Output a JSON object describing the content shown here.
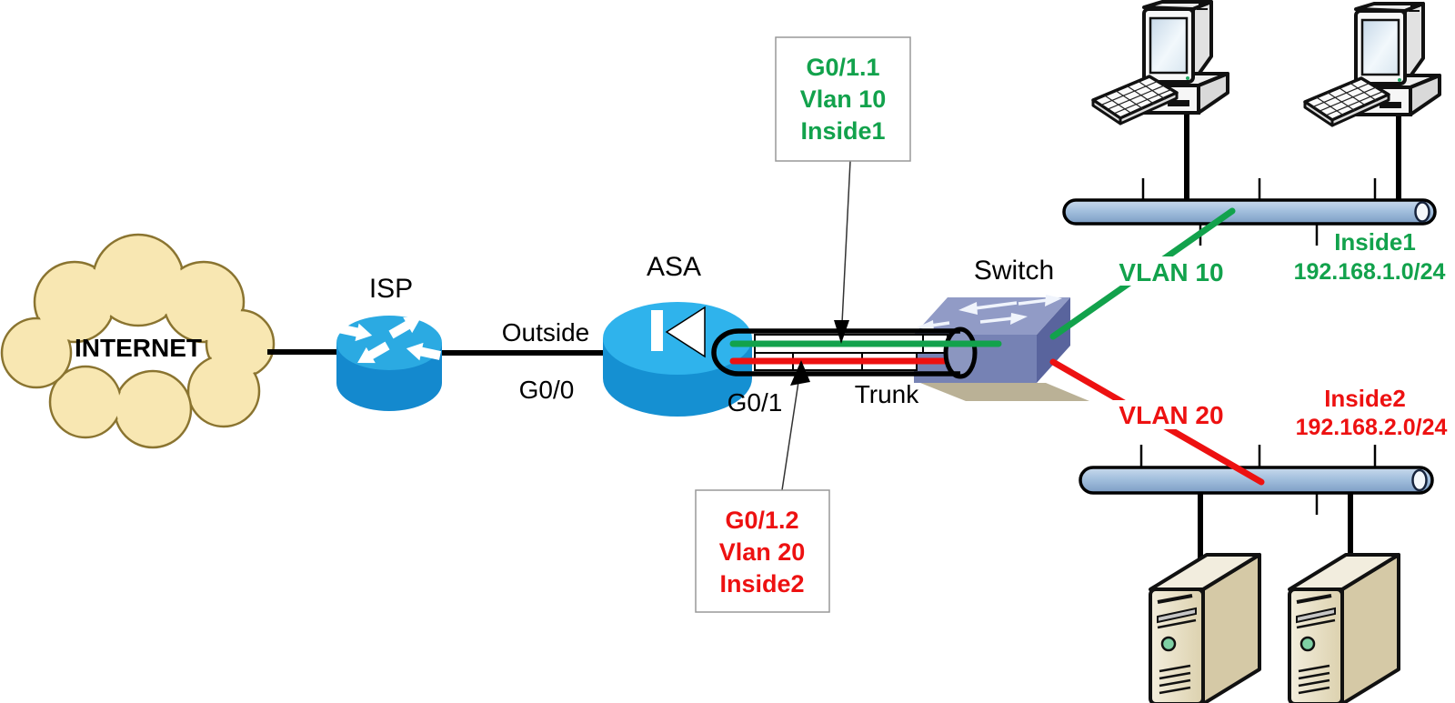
{
  "diagram": {
    "internet": {
      "label": "INTERNET"
    },
    "isp": {
      "label": "ISP"
    },
    "asa": {
      "label": "ASA"
    },
    "switch": {
      "label": "Switch"
    },
    "links": {
      "outside": {
        "label": "Outside",
        "interface": "G0/0"
      },
      "trunk": {
        "label": "Trunk",
        "interface": "G0/1"
      }
    },
    "vlan10": {
      "label": "VLAN 10",
      "color": "#12A24C"
    },
    "vlan20": {
      "label": "VLAN 20",
      "color": "#ED1111"
    },
    "callouts": {
      "vlan10": {
        "lines": [
          "G0/1.1",
          "Vlan 10",
          "Inside1"
        ],
        "color": "#12A24C"
      },
      "vlan20": {
        "lines": [
          "G0/1.2",
          "Vlan 20",
          "Inside2"
        ],
        "color": "#ED1111"
      }
    },
    "networks": {
      "inside1": {
        "name": "Inside1",
        "subnet": "192.168.1.0/24",
        "color": "#12A24C"
      },
      "inside2": {
        "name": "Inside2",
        "subnet": "192.168.2.0/24",
        "color": "#ED1111"
      }
    },
    "colors": {
      "green": "#12A24C",
      "red": "#ED1111",
      "black": "#000000",
      "cloud_fill": "#F8E7B2",
      "cloud_stroke": "#8A7430",
      "device_top": "#2BAAE2",
      "device_body": "#1489CE",
      "switch_top": "#919BC6",
      "switch_front": "#7682B4",
      "switch_side": "#59649D",
      "switch_shadow": "#BAB196",
      "bus_fill": "#A3C0DE",
      "server_beige": "#E9E1C6"
    }
  }
}
